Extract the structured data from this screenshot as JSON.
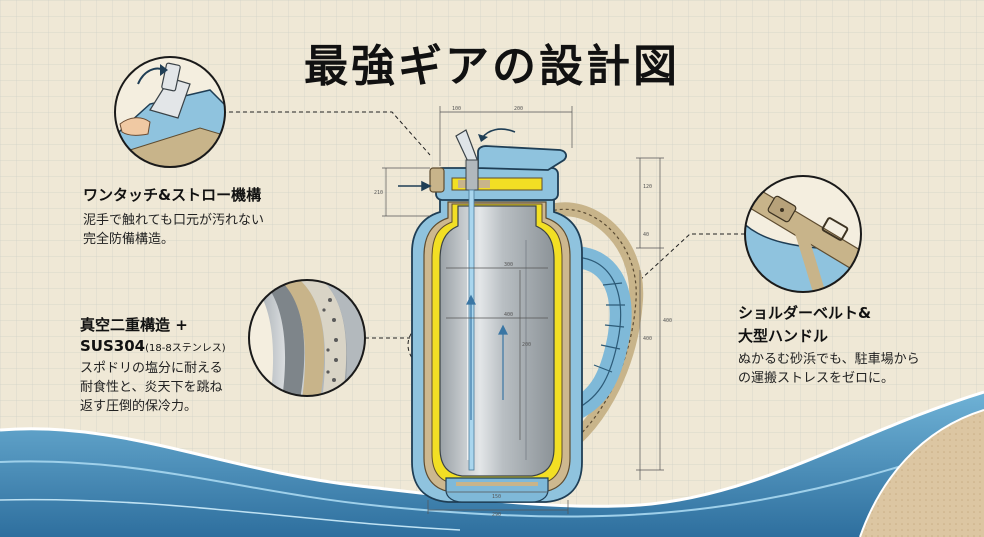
{
  "title": "最強ギアの設計図",
  "features": [
    {
      "heading": "ワンタッチ&ストロー機構",
      "body": [
        "泥手で触れても口元が汚れない",
        "完全防備構造。"
      ]
    },
    {
      "heading": "真空二重構造 +",
      "heading2_main": "SUS304",
      "heading2_sub": "(18-8ステンレス)",
      "body": [
        "スポドリの塩分に耐える",
        "耐食性と、炎天下を跳ね",
        "返す圧倒的保冷力。"
      ]
    },
    {
      "heading": "ショルダーベルト&",
      "heading2": "大型ハンドル",
      "body": [
        "ぬかるむ砂浜でも、駐車場から",
        "の運搬ストレスをゼロに。"
      ]
    }
  ],
  "dimensions": {
    "top_small": "100",
    "top_large": "200",
    "lid_height": "210",
    "right_upper": "120",
    "right_mid": "40",
    "right_full": "400",
    "handle_height": "400",
    "inner_width": "300",
    "inner_mid": "400",
    "inner_height": "200",
    "base_inner": "150",
    "base_outer": "290"
  },
  "colors": {
    "paper": "#efe8d6",
    "grid": "#c9cdc4",
    "steel": "#c7ccd0",
    "blue": "#8fc3de",
    "sand": "#c8b48a",
    "insulation": "#f2df24",
    "ocean": "#4d95bf"
  }
}
